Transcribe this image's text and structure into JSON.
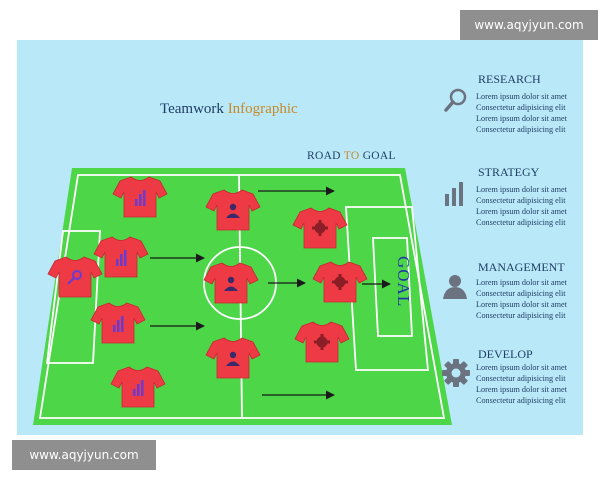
{
  "watermark": {
    "top": "www.aqyjyun.com",
    "bottom": "www.aqyjyun.com"
  },
  "title": {
    "part1": "Teamwork",
    "part2": "Infographic"
  },
  "road": {
    "part1": "ROAD",
    "part2": "TO",
    "part3": "GOAL"
  },
  "goal_label": "GOAL",
  "colors": {
    "field": "#4cd648",
    "shirt": "#ee3a45",
    "panel": "#b9e8f8",
    "text": "#1f3f66",
    "accent": "#c8892a"
  },
  "sections": [
    {
      "title": "RESEARCH",
      "icon": "magnifier-icon",
      "lines": [
        "Lorem ipsum dolor sit amet",
        "Consectetur adipisicing elit",
        "Lorem ipsum dolor sit amet",
        "Consectetur adipisicing elit"
      ]
    },
    {
      "title": "STRATEGY",
      "icon": "bar-chart-icon",
      "lines": [
        "Lorem ipsum dolor sit amet",
        "Consectetur adipisicing elit",
        "Lorem ipsum dolor sit amet",
        "Consectetur adipisicing elit"
      ]
    },
    {
      "title": "MANAGEMENT",
      "icon": "person-icon",
      "lines": [
        "Lorem ipsum dolor sit amet",
        "Consectetur adipisicing elit",
        "Lorem ipsum dolor sit amet",
        "Consectetur adipisicing elit"
      ]
    },
    {
      "title": "DEVELOP",
      "icon": "gear-icon",
      "lines": [
        "Lorem ipsum dolor sit amet",
        "Consectetur adipisicing elit",
        "Lorem ipsum dolor sit amet",
        "Consectetur adipisicing elit"
      ]
    }
  ]
}
